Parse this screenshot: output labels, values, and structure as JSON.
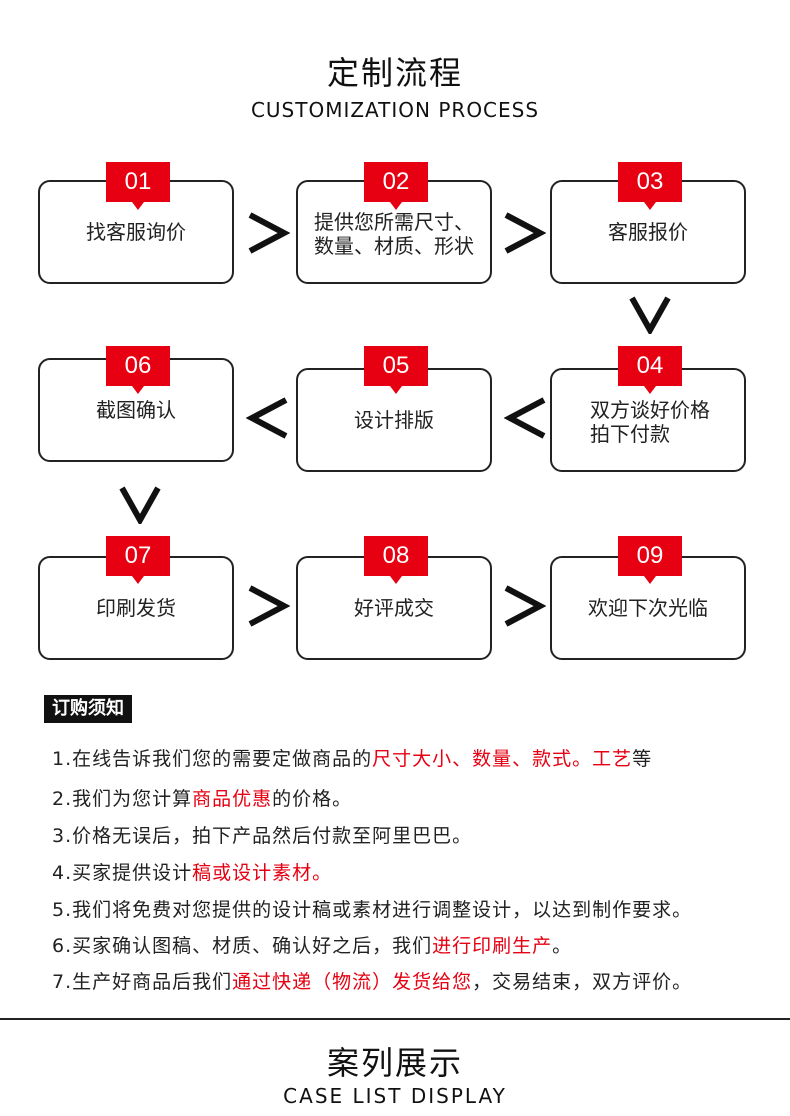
{
  "header": {
    "title": "定制流程",
    "subtitle": "CUSTOMIZATION PROCESS"
  },
  "steps": [
    {
      "num": "01",
      "lines": [
        "找客服询价"
      ]
    },
    {
      "num": "02",
      "lines": [
        "提供您所需尺寸、",
        "数量、材质、形状"
      ]
    },
    {
      "num": "03",
      "lines": [
        "客服报价"
      ]
    },
    {
      "num": "04",
      "lines": [
        "双方谈好价格",
        "拍下付款"
      ]
    },
    {
      "num": "05",
      "lines": [
        "设计排版"
      ]
    },
    {
      "num": "06",
      "lines": [
        "截图确认"
      ]
    },
    {
      "num": "07",
      "lines": [
        "印刷发货"
      ]
    },
    {
      "num": "08",
      "lines": [
        "好评成交"
      ]
    },
    {
      "num": "09",
      "lines": [
        "欢迎下次光临"
      ]
    }
  ],
  "notice": {
    "badge": "订购须知",
    "items": [
      {
        "a": "1.在线告诉我们您的需要定做商品的",
        "red": "尺寸大小、数量、款式。工艺",
        "b": "等"
      },
      {
        "a": "2.我们为您计算",
        "red": "商品优惠",
        "b": "的价格。"
      },
      {
        "a": "3.价格无误后，拍下产品然后付款至阿里巴巴。",
        "red": "",
        "b": ""
      },
      {
        "a": "4.买家提供设计",
        "red": "稿或设计素材。",
        "b": ""
      },
      {
        "a": "5.我们将免费对您提供的设计稿或素材进行调整设计，以达到制作要求。",
        "red": "",
        "b": ""
      },
      {
        "a": "6.买家确认图稿、材质、确认好之后，我们",
        "red": "进行印刷生产",
        "b": "。"
      },
      {
        "a": "7.生产好商品后我们",
        "red": "通过快递（物流）发货给您",
        "b": "，交易结束，双方评价。"
      }
    ]
  },
  "footer": {
    "title": "案列展示",
    "subtitle": "CASE LIST DISPLAY"
  },
  "colors": {
    "accent": "#e60012",
    "border": "#222222"
  }
}
